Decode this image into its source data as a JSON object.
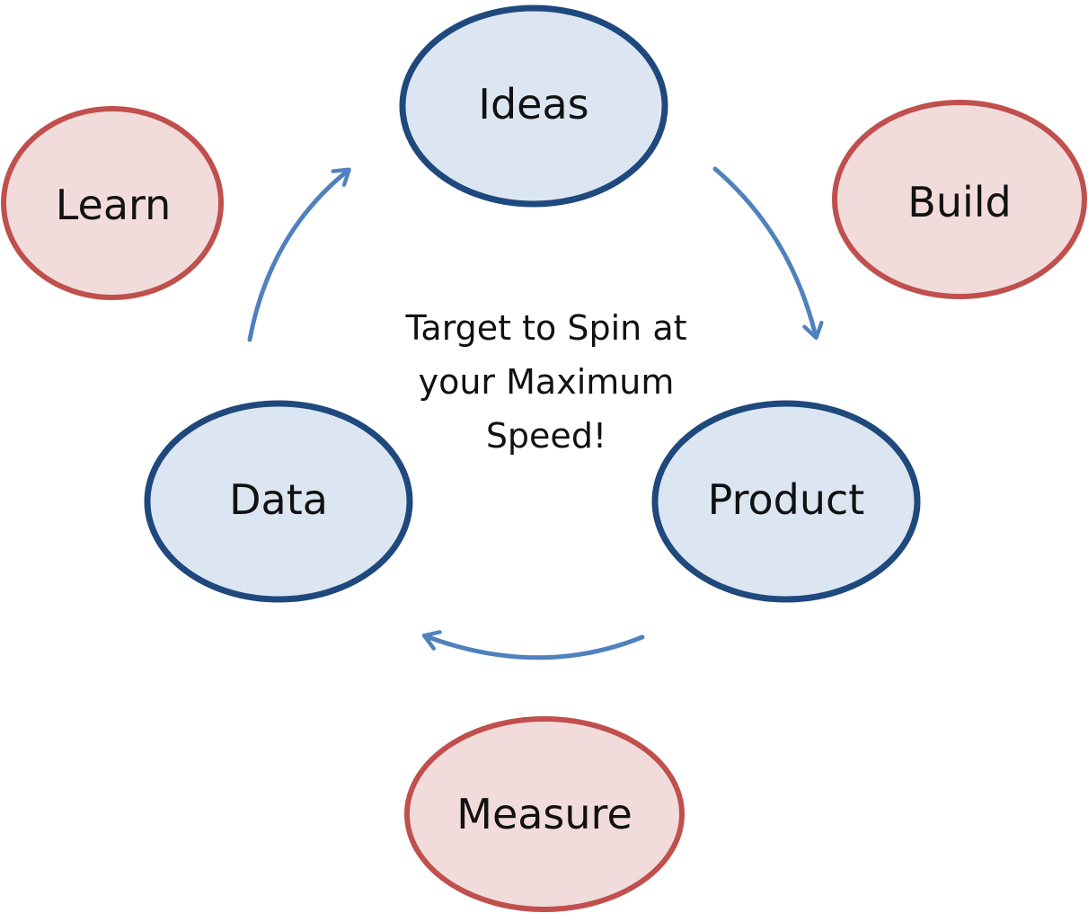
{
  "nodes": {
    "ideas": "Ideas",
    "product": "Product",
    "data": "Data",
    "build": "Build",
    "measure": "Measure",
    "learn": "Learn"
  },
  "center_text": {
    "line1": "Target to Spin at",
    "line2": "your Maximum",
    "line3": "Speed!"
  },
  "colors": {
    "blue_fill": "#dce6f2",
    "blue_stroke": "#1f497d",
    "red_fill": "#f2dcdb",
    "red_stroke": "#c0504d",
    "arrow": "#4f81bd"
  }
}
